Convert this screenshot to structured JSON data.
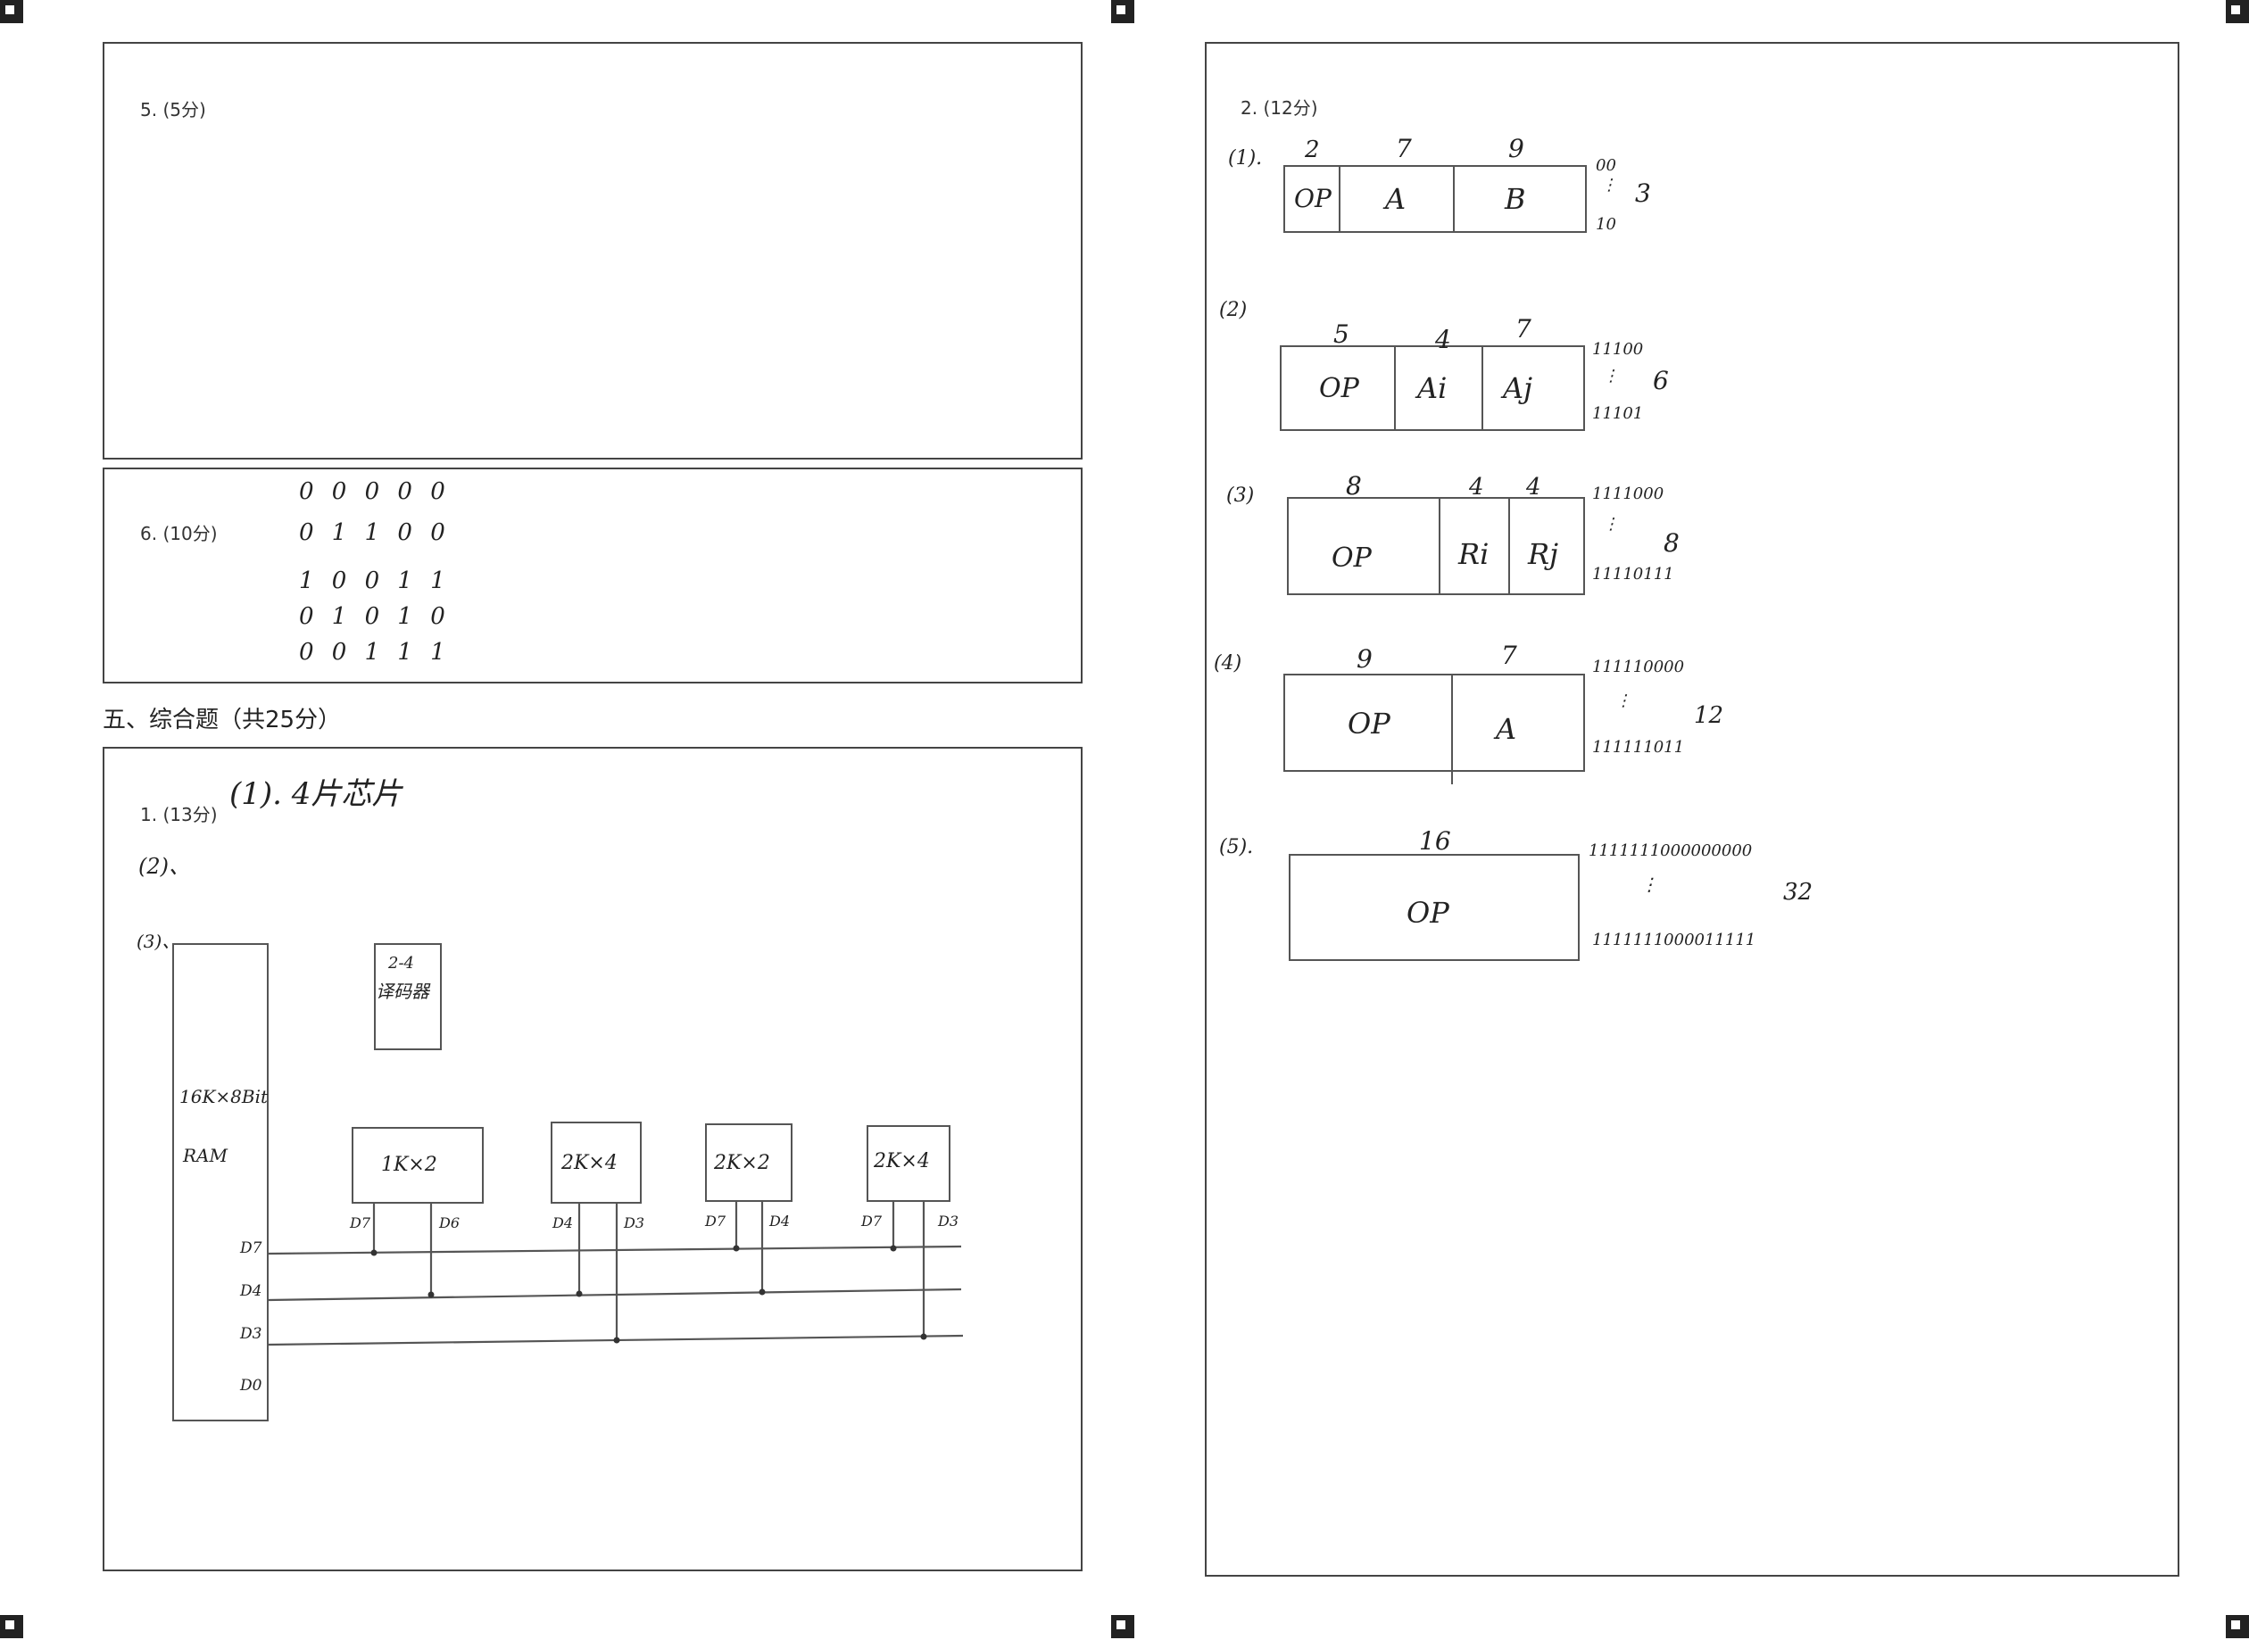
{
  "left_page": {
    "q5": {
      "label": "5. (5分)"
    },
    "q6": {
      "label": "6. (10分)",
      "rows": [
        "0 0 0 0 0",
        "0 1 1 0 0",
        "1 0 0 1 1",
        "0 1 0 1 0",
        "0 0 1 1 1"
      ]
    },
    "section": {
      "title": "五、综合题（共25分）"
    },
    "q1": {
      "label": "1. (13分)",
      "part1": "(1). 4片芯片",
      "part2": "(2)、",
      "part3": "(3)、",
      "ram": {
        "line1": "16K×8Bit",
        "line2": "RAM"
      },
      "decoder": {
        "line1": "2-4",
        "line2": "译码器"
      },
      "pins": [
        "D7",
        "D4",
        "D3",
        "D0"
      ],
      "chips": [
        {
          "name": "1K×2",
          "left_pin": "D7",
          "right_pin": "D6"
        },
        {
          "name": "2K×4",
          "left_pin": "D4",
          "right_pin": "D3"
        },
        {
          "name": "2K×2",
          "left_pin": "D7",
          "right_pin": "D4"
        },
        {
          "name": "2K×4",
          "left_pin": "D7",
          "right_pin": "D3"
        }
      ]
    }
  },
  "right_page": {
    "q2": {
      "label": "2. (12分)",
      "parts": [
        {
          "num": "(1).",
          "fields": [
            {
              "text": "OP",
              "bits": "2"
            },
            {
              "text": "A",
              "bits": "7"
            },
            {
              "text": "B",
              "bits": "9"
            }
          ],
          "code_top": "00",
          "code_bottom": "10",
          "count": "3"
        },
        {
          "num": "(2)",
          "fields": [
            {
              "text": "OP",
              "bits": "5"
            },
            {
              "text": "Ai",
              "bits": "4"
            },
            {
              "text": "Aj",
              "bits": "7"
            }
          ],
          "code_top": "11100",
          "code_bottom": "11101",
          "count": "6"
        },
        {
          "num": "(3)",
          "fields": [
            {
              "text": "OP",
              "bits": "8"
            },
            {
              "text": "Ri",
              "bits": "4"
            },
            {
              "text": "Rj",
              "bits": "4"
            }
          ],
          "code_top": "1111000",
          "code_bottom": "11110111",
          "count": "8"
        },
        {
          "num": "(4)",
          "fields": [
            {
              "text": "OP",
              "bits": "9"
            },
            {
              "text": "A",
              "bits": "7"
            }
          ],
          "code_top": "111110000",
          "code_bottom": "111111011",
          "count": "12"
        },
        {
          "num": "(5).",
          "fields": [
            {
              "text": "OP",
              "bits": "16"
            }
          ],
          "code_top": "1111111000000000",
          "code_bottom": "1111111000011111",
          "count": "32"
        }
      ]
    }
  }
}
